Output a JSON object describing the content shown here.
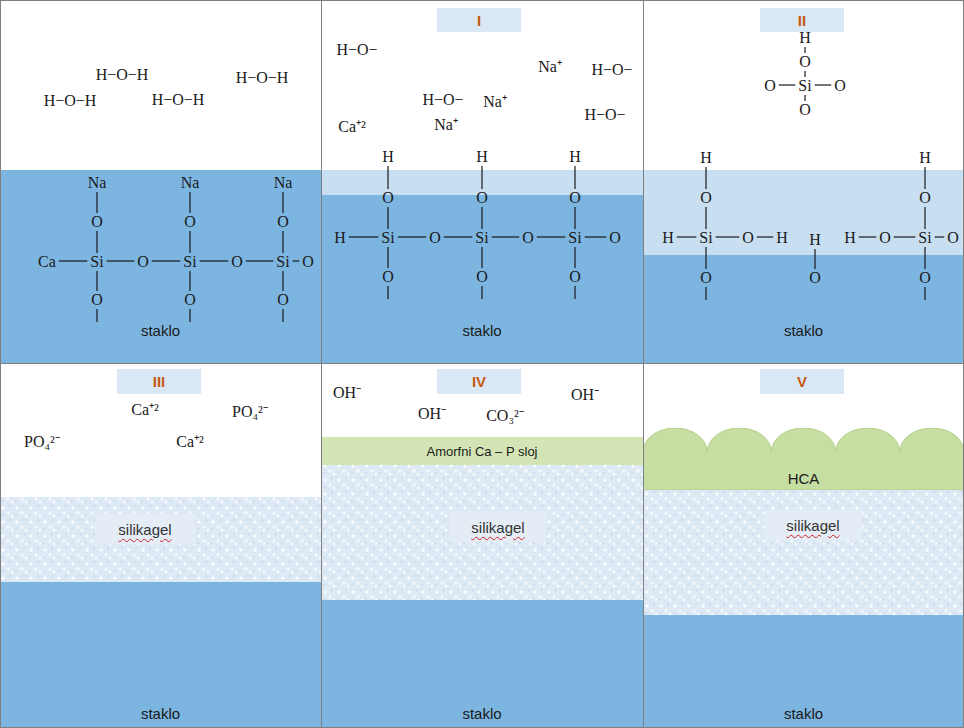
{
  "diagram": {
    "nodes": [
      {
        "text": [
          "I"
        ]
      },
      {
        "text": [
          "II"
        ]
      },
      {
        "text": [
          "staklo"
        ]
      },
      {
        "text": [
          "staklo"
        ]
      },
      {
        "text": [
          "staklo"
        ]
      },
      {
        "text": [
          "III"
        ]
      },
      {
        "text": [
          "IV"
        ]
      },
      {
        "text": [
          "V"
        ]
      },
      {
        "text": [
          "silikagel"
        ]
      },
      {
        "text": [
          "staklo"
        ]
      },
      {
        "text": [
          "Amorfni Ca – P sloj"
        ]
      },
      {
        "text": [
          "silikagel"
        ]
      },
      {
        "text": [
          "staklo"
        ]
      },
      {
        "text": [
          "HCA"
        ]
      },
      {
        "text": [
          "silikagel"
        ]
      },
      {
        "text": [
          "staklo"
        ]
      }
    ],
    "labels": [
      "H−O−H",
      "H−O−H",
      "H−O−H",
      "H−O−H",
      "Na",
      "Na",
      "Na",
      "O",
      "O",
      "O",
      "Ca",
      "Si",
      "O",
      "Si",
      "O",
      "Si",
      "O",
      "O",
      "O",
      "O",
      "H−O−",
      "Na⁺",
      "H−O−",
      "H−O−",
      "Na⁺",
      "H−O−",
      "Ca⁺²",
      "Na⁺",
      "H",
      "H",
      "H",
      "O",
      "O",
      "O",
      "H",
      "Si",
      "O",
      "Si",
      "O",
      "Si",
      "O",
      "O",
      "O",
      "O",
      "H",
      "O",
      "O",
      "Si",
      "O",
      "O",
      "H",
      "O",
      "H",
      "Si",
      "O",
      "H",
      "H",
      "H",
      "O",
      "H",
      "O",
      "Si",
      "O",
      "O",
      "O",
      "O",
      "Ca⁺²",
      "PO₄²⁻",
      "PO₄²⁻",
      "Ca⁺²",
      "OH⁻",
      "OH⁻",
      "CO₃²⁻",
      "OH⁻"
    ]
  }
}
